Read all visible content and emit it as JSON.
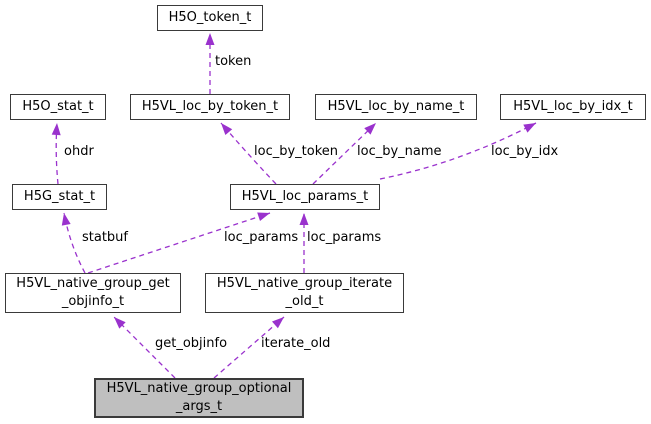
{
  "diagram": {
    "colors": {
      "edge_color": "#9a32cd",
      "node_border": "#3a3a3a",
      "node_fill": "#ffffff",
      "main_node_fill": "#bfbfbf",
      "background": "#ffffff"
    },
    "nodes": [
      {
        "label": "H5O_token_t"
      },
      {
        "label": "H5O_stat_t"
      },
      {
        "label": "H5VL_loc_by_token_t"
      },
      {
        "label": "H5VL_loc_by_name_t"
      },
      {
        "label": "H5VL_loc_by_idx_t"
      },
      {
        "label": "H5G_stat_t"
      },
      {
        "label": "H5VL_loc_params_t"
      },
      {
        "label": "H5VL_native_group_get\n_objinfo_t"
      },
      {
        "label": "H5VL_native_group_iterate\n_old_t"
      },
      {
        "label": "H5VL_native_group_optional\n_args_t"
      }
    ],
    "edge_labels": [
      {
        "text": "token"
      },
      {
        "text": "ohdr"
      },
      {
        "text": "loc_by_token"
      },
      {
        "text": "loc_by_name"
      },
      {
        "text": "loc_by_idx"
      },
      {
        "text": "statbuf"
      },
      {
        "text": "loc_params"
      },
      {
        "text": "loc_params"
      },
      {
        "text": "get_objinfo"
      },
      {
        "text": "iterate_old"
      }
    ]
  }
}
